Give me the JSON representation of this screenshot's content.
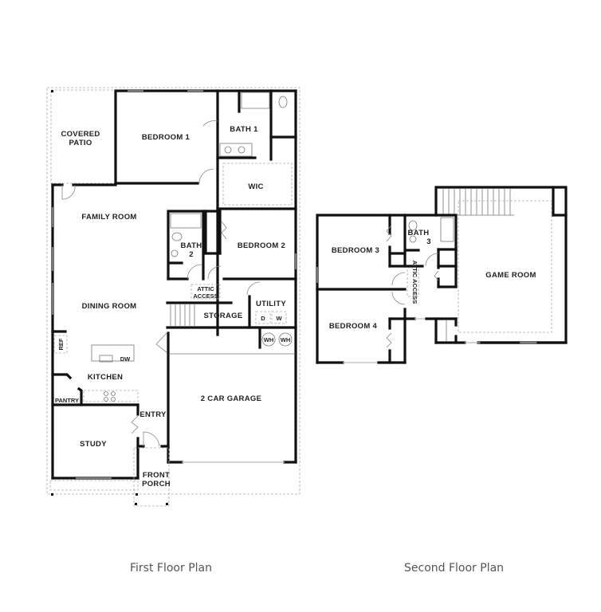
{
  "first_floor": {
    "caption": "First Floor Plan",
    "rooms": {
      "covered_patio_1": "COVERED",
      "covered_patio_2": "PATIO",
      "bedroom1": "BEDROOM 1",
      "bath1": "BATH 1",
      "wic": "WIC",
      "family_room": "FAMILY ROOM",
      "bath2_1": "BATH",
      "bath2_2": "2",
      "bedroom2": "BEDROOM 2",
      "attic_1": "ATTIC",
      "attic_2": "ACCESS",
      "dining_room": "DINING ROOM",
      "storage": "STORAGE",
      "utility": "UTILITY",
      "dryer": "D",
      "washer": "W",
      "ref": "REF",
      "dw": "DW",
      "wh1": "WH",
      "wh2": "WH",
      "kitchen": "KITCHEN",
      "pantry": "PANTRY",
      "garage": "2 CAR GARAGE",
      "entry": "ENTRY",
      "study": "STUDY",
      "porch_1": "FRONT",
      "porch_2": "PORCH"
    }
  },
  "second_floor": {
    "caption": "Second Floor Plan",
    "rooms": {
      "bedroom3": "BEDROOM 3",
      "bath3_1": "BATH",
      "bath3_2": "3",
      "attic": "ATTIC ACCESS",
      "game_room": "GAME ROOM",
      "bedroom4": "BEDROOM 4"
    }
  }
}
